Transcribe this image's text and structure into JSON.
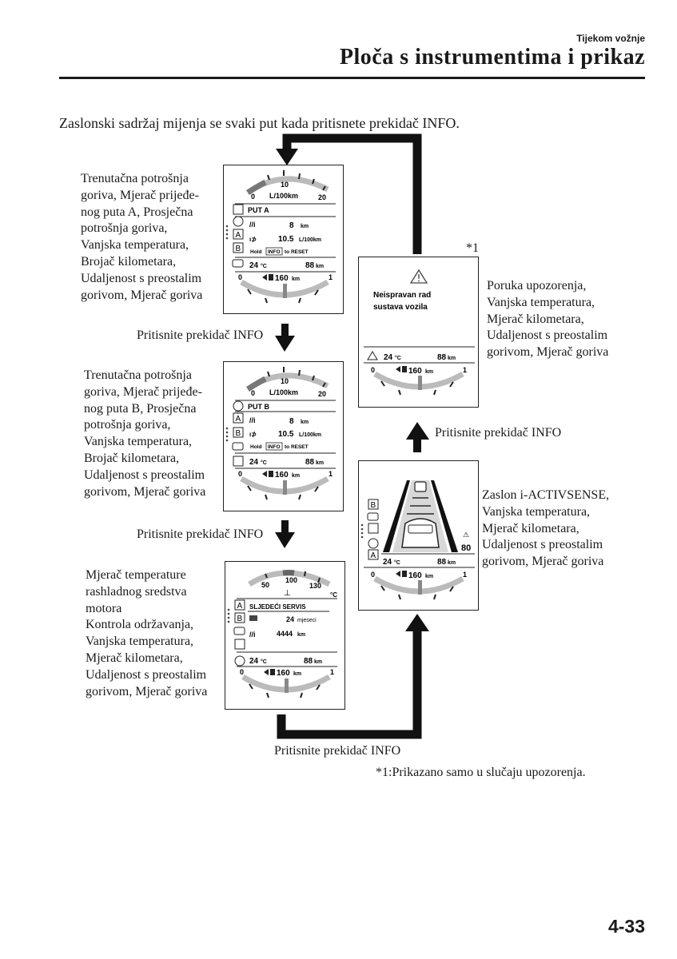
{
  "header": {
    "section": "Tijekom vožnje",
    "title": "Ploča s instrumentima i prikaz"
  },
  "intro": "Zaslonski sadržaj mijenja se svaki put kada pritisnete prekidač INFO.",
  "press_label": "Pritisnite prekidač INFO",
  "footnote_marker": "*1",
  "footnote": "*1:Prikazano samo u slučaju upozorenja.",
  "page_number": "4-33",
  "descriptions": {
    "trip_a": [
      "Trenutačna potrošnja",
      "goriva, Mjerač prijeđe-",
      "nog puta A, Prosječna",
      "potrošnja goriva,",
      "Vanjska temperatura,",
      "Brojač kilometara,",
      "Udaljenost s preostalim",
      "gorivom, Mjerač goriva"
    ],
    "trip_b": [
      "Trenutačna potrošnja",
      "goriva, Mjerač prijeđe-",
      "nog puta B, Prosječna",
      "potrošnja goriva,",
      "Vanjska temperatura,",
      "Brojač kilometara,",
      "Udaljenost s preostalim",
      "gorivom, Mjerač goriva"
    ],
    "service": [
      "Mjerač temperature",
      "rashladnog sredstva",
      "motora",
      "Kontrola održavanja,",
      "Vanjska temperatura,",
      "Mjerač kilometara,",
      "Udaljenost s preostalim",
      "gorivom, Mjerač goriva"
    ],
    "warning": [
      "Poruka upozorenja,",
      "Vanjska temperatura,",
      "Mjerač kilometara,",
      "Udaljenost s preostalim",
      "gorivom, Mjerač goriva"
    ],
    "iactivsense": [
      "Zaslon i-ACTIVSENSE,",
      "Vanjska temperatura,",
      "Mjerač kilometara,",
      "Udaljenost s preostalim",
      "gorivom, Mjerač goriva"
    ]
  },
  "screens": {
    "trip_a": {
      "gauge_min": "0",
      "gauge_mid": "10",
      "gauge_max": "20",
      "gauge_unit": "L/100km",
      "trip_label": "PUT A",
      "distance": "8",
      "distance_unit": "km",
      "avg": "10.5",
      "avg_unit": "L/100km",
      "hold_pre": "Hold",
      "hold_btn": "INFO",
      "hold_post": "to RESET",
      "temp": "24",
      "temp_unit": "°C",
      "odo": "88",
      "odo_unit": "km",
      "range": "160",
      "range_unit": "km",
      "fuel_min": "0",
      "fuel_max": "1",
      "badge_a": "A",
      "badge_b": "B"
    },
    "trip_b": {
      "gauge_min": "0",
      "gauge_mid": "10",
      "gauge_max": "20",
      "gauge_unit": "L/100km",
      "trip_label": "PUT B",
      "distance": "8",
      "distance_unit": "km",
      "avg": "10.5",
      "avg_unit": "L/100km",
      "hold_pre": "Hold",
      "hold_btn": "INFO",
      "hold_post": "to RESET",
      "temp": "24",
      "temp_unit": "°C",
      "odo": "88",
      "odo_unit": "km",
      "range": "160",
      "range_unit": "km",
      "fuel_min": "0",
      "fuel_max": "1",
      "badge_a": "A",
      "badge_b": "B"
    },
    "service": {
      "g_50": "50",
      "g_100": "100",
      "g_130": "130",
      "g_unit": "°C",
      "label": "SLJEDEĆI SERVIS",
      "months": "24",
      "months_unit": "mjeseci",
      "km": "4444",
      "km_unit": "km",
      "temp": "24",
      "temp_unit": "°C",
      "odo": "88",
      "odo_unit": "km",
      "range": "160",
      "range_unit": "km",
      "fuel_min": "0",
      "fuel_max": "1",
      "badge_a": "A",
      "badge_b": "B"
    },
    "warning": {
      "msg1": "Neispravan rad",
      "msg2": "sustava vozila",
      "temp": "24",
      "temp_unit": "°C",
      "odo": "88",
      "odo_unit": "km",
      "range": "160",
      "range_unit": "km",
      "fuel_min": "0",
      "fuel_max": "1"
    },
    "iactivsense": {
      "speed": "80",
      "badge_b": "B",
      "badge_a": "A",
      "temp": "24",
      "temp_unit": "°C",
      "odo": "88",
      "odo_unit": "km",
      "range": "160",
      "range_unit": "km",
      "fuel_min": "0",
      "fuel_max": "1"
    }
  }
}
